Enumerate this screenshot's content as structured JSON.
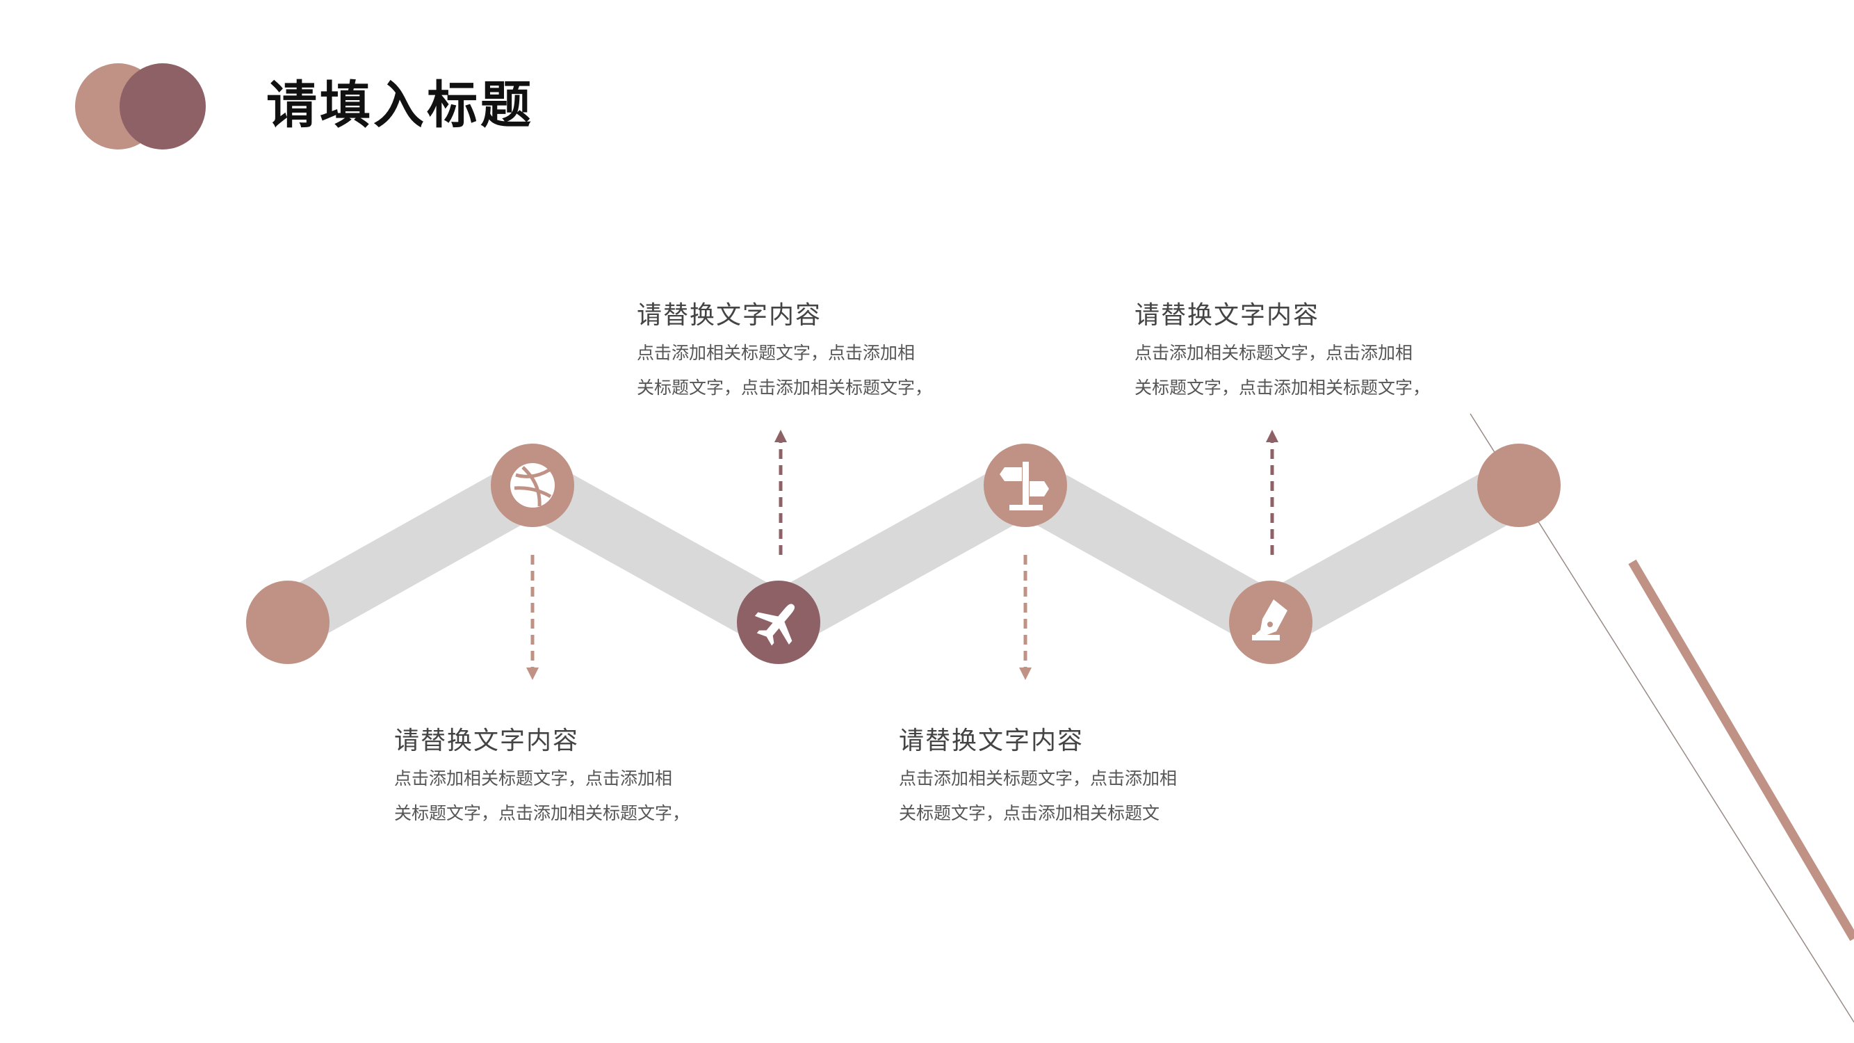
{
  "title": "请填入标题",
  "colors": {
    "accent_light": "#bf9285",
    "accent_dark": "#8e6166",
    "band": "#d9d9d9",
    "text": "#444444",
    "background": "#ffffff"
  },
  "steps": [
    {
      "icon": "dribbble-ball-icon",
      "heading": "请替换文字内容",
      "lines": [
        "点击添加相关标题文字，点击添加相",
        "关标题文字，点击添加相关标题文字，"
      ]
    },
    {
      "icon": "airplane-icon",
      "heading": "请替换文字内容",
      "lines": [
        "点击添加相关标题文字，点击添加相",
        "关标题文字，点击添加相关标题文字，"
      ]
    },
    {
      "icon": "signpost-icon",
      "heading": "请替换文字内容",
      "lines": [
        "点击添加相关标题文字，点击添加相",
        "关标题文字，点击添加相关标题文"
      ]
    },
    {
      "icon": "pen-nib-icon",
      "heading": "请替换文字内容",
      "lines": [
        "点击添加相关标题文字，点击添加相",
        "关标题文字，点击添加相关标题文字，"
      ]
    }
  ]
}
